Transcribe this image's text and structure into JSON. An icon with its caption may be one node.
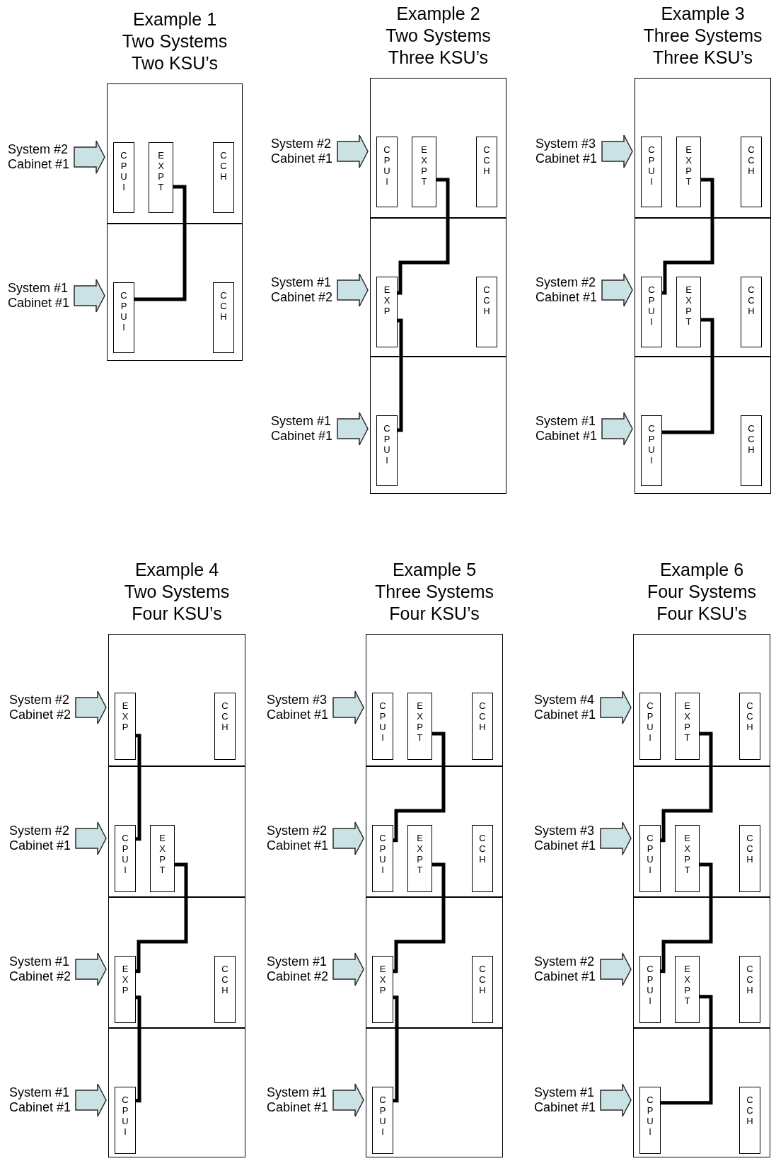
{
  "diagram": {
    "nodes": [
      {
        "text": [
          "Example 1",
          "Two Systems",
          "Two KSU’s"
        ]
      },
      {
        "text": [
          "System #2 Cabinet #1"
        ]
      },
      {
        "text": [],
        "shape": "box",
        "in": 0
      },
      {
        "text": [
          "CPUI"
        ],
        "in": 2
      },
      {
        "text": [
          "EXPT"
        ],
        "in": 2
      },
      {
        "text": [
          "CCH"
        ],
        "in": 2
      },
      {
        "text": [
          "System #1 Cabinet #1"
        ]
      },
      {
        "text": [],
        "shape": "box",
        "in": 0
      },
      {
        "text": [
          "CPUI"
        ],
        "in": 7
      },
      {
        "text": [
          "CCH"
        ],
        "in": 7
      },
      {
        "text": [
          "Example 2",
          "Two Systems",
          "Three KSU’s"
        ]
      },
      {
        "text": [
          "System #2 Cabinet #1"
        ]
      },
      {
        "text": [],
        "shape": "box",
        "in": 10
      },
      {
        "text": [
          "CPUI"
        ],
        "in": 12
      },
      {
        "text": [
          "EXPT"
        ],
        "in": 12
      },
      {
        "text": [
          "CCH"
        ],
        "in": 12
      },
      {
        "text": [
          "System #1 Cabinet #2"
        ]
      },
      {
        "text": [],
        "shape": "box",
        "in": 10
      },
      {
        "text": [
          "EXP"
        ],
        "in": 17
      },
      {
        "text": [
          "CCH"
        ],
        "in": 17
      },
      {
        "text": [
          "System #1 Cabinet #1"
        ]
      },
      {
        "text": [],
        "shape": "box",
        "in": 10
      },
      {
        "text": [
          "CPUI"
        ],
        "in": 21
      },
      {
        "text": [
          "Example 3",
          "Three Systems",
          "Three KSU’s"
        ]
      },
      {
        "text": [
          "System #3 Cabinet #1"
        ]
      },
      {
        "text": [],
        "shape": "box",
        "in": 23
      },
      {
        "text": [
          "CPUI"
        ],
        "in": 25
      },
      {
        "text": [
          "EXPT"
        ],
        "in": 25
      },
      {
        "text": [
          "CCH"
        ],
        "in": 25
      },
      {
        "text": [
          "System #2 Cabinet #1"
        ]
      },
      {
        "text": [],
        "shape": "box",
        "in": 23
      },
      {
        "text": [
          "CPUI"
        ],
        "in": 30
      },
      {
        "text": [
          "EXPT"
        ],
        "in": 30
      },
      {
        "text": [
          "CCH"
        ],
        "in": 30
      },
      {
        "text": [
          "System #1 Cabinet #1"
        ]
      },
      {
        "text": [],
        "shape": "box",
        "in": 23
      },
      {
        "text": [
          "CPUI"
        ],
        "in": 35
      },
      {
        "text": [
          "CCH"
        ],
        "in": 35
      },
      {
        "text": [
          "Example 4",
          "Two Systems",
          "Four KSU’s"
        ]
      },
      {
        "text": [
          "System #2 Cabinet #2"
        ]
      },
      {
        "text": [],
        "shape": "box",
        "in": 38
      },
      {
        "text": [
          "EXP"
        ],
        "in": 40
      },
      {
        "text": [
          "CCH"
        ],
        "in": 40
      },
      {
        "text": [
          "System #2 Cabinet #1"
        ]
      },
      {
        "text": [],
        "shape": "box",
        "in": 38
      },
      {
        "text": [
          "CPUI"
        ],
        "in": 44
      },
      {
        "text": [
          "EXPT"
        ],
        "in": 44
      },
      {
        "text": [
          "System #1 Cabinet #2"
        ]
      },
      {
        "text": [],
        "shape": "box",
        "in": 38
      },
      {
        "text": [
          "EXP"
        ],
        "in": 48
      },
      {
        "text": [
          "CCH"
        ],
        "in": 48
      },
      {
        "text": [
          "System #1 Cabinet #1"
        ]
      },
      {
        "text": [],
        "shape": "box",
        "in": 38
      },
      {
        "text": [
          "CPUI"
        ],
        "in": 52
      },
      {
        "text": [
          "Example 5",
          "Three Systems",
          "Four KSU’s"
        ]
      },
      {
        "text": [
          "System #3 Cabinet #1"
        ]
      },
      {
        "text": [],
        "shape": "box",
        "in": 54
      },
      {
        "text": [
          "CPUI"
        ],
        "in": 56
      },
      {
        "text": [
          "EXPT"
        ],
        "in": 56
      },
      {
        "text": [
          "CCH"
        ],
        "in": 56
      },
      {
        "text": [
          "System #2 Cabinet #1"
        ]
      },
      {
        "text": [],
        "shape": "box",
        "in": 54
      },
      {
        "text": [
          "CPUI"
        ],
        "in": 61
      },
      {
        "text": [
          "EXPT"
        ],
        "in": 61
      },
      {
        "text": [
          "CCH"
        ],
        "in": 61
      },
      {
        "text": [
          "System #1 Cabinet #2"
        ]
      },
      {
        "text": [],
        "shape": "box",
        "in": 54
      },
      {
        "text": [
          "EXP"
        ],
        "in": 66
      },
      {
        "text": [
          "CCH"
        ],
        "in": 66
      },
      {
        "text": [
          "System #1 Cabinet #1"
        ]
      },
      {
        "text": [],
        "shape": "box",
        "in": 54
      },
      {
        "text": [
          "CPUI"
        ],
        "in": 70
      },
      {
        "text": [
          "Example 6",
          "Four Systems",
          "Four KSU’s"
        ]
      },
      {
        "text": [
          "System #4 Cabinet #1"
        ]
      },
      {
        "text": [],
        "shape": "box",
        "in": 72
      },
      {
        "text": [
          "CPUI"
        ],
        "in": 74
      },
      {
        "text": [
          "EXPT"
        ],
        "in": 74
      },
      {
        "text": [
          "CCH"
        ],
        "in": 74
      },
      {
        "text": [
          "System #3 Cabinet #1"
        ]
      },
      {
        "text": [],
        "shape": "box",
        "in": 72
      },
      {
        "text": [
          "CPUI"
        ],
        "in": 79
      },
      {
        "text": [
          "EXPT"
        ],
        "in": 79
      },
      {
        "text": [
          "CCH"
        ],
        "in": 79
      },
      {
        "text": [
          "System #2 Cabinet #1"
        ]
      },
      {
        "text": [],
        "shape": "box",
        "in": 72
      },
      {
        "text": [
          "CPUI"
        ],
        "in": 84
      },
      {
        "text": [
          "EXPT"
        ],
        "in": 84
      },
      {
        "text": [
          "CCH"
        ],
        "in": 84
      },
      {
        "text": [
          "System #1 Cabinet #1"
        ]
      },
      {
        "text": [],
        "shape": "box",
        "in": 72
      },
      {
        "text": [
          "CPUI"
        ],
        "in": 89
      },
      {
        "text": [
          "CCH"
        ],
        "in": 89
      }
    ],
    "edges": [
      {
        "from": 1,
        "to": 2,
        "arrow": "to"
      },
      {
        "from": 6,
        "to": 7,
        "arrow": "to"
      },
      {
        "from": 4,
        "to": 8,
        "arrow": "none"
      },
      {
        "from": 11,
        "to": 12,
        "arrow": "to"
      },
      {
        "from": 16,
        "to": 17,
        "arrow": "to"
      },
      {
        "from": 20,
        "to": 21,
        "arrow": "to"
      },
      {
        "from": 14,
        "to": 18,
        "arrow": "none"
      },
      {
        "from": 18,
        "to": 22,
        "arrow": "none"
      },
      {
        "from": 24,
        "to": 25,
        "arrow": "to"
      },
      {
        "from": 29,
        "to": 30,
        "arrow": "to"
      },
      {
        "from": 34,
        "to": 35,
        "arrow": "to"
      },
      {
        "from": 27,
        "to": 31,
        "arrow": "none"
      },
      {
        "from": 32,
        "to": 36,
        "arrow": "none"
      },
      {
        "from": 39,
        "to": 40,
        "arrow": "to"
      },
      {
        "from": 43,
        "to": 44,
        "arrow": "to"
      },
      {
        "from": 47,
        "to": 48,
        "arrow": "to"
      },
      {
        "from": 51,
        "to": 52,
        "arrow": "to"
      },
      {
        "from": 41,
        "to": 45,
        "arrow": "none"
      },
      {
        "from": 46,
        "to": 49,
        "arrow": "none"
      },
      {
        "from": 49,
        "to": 53,
        "arrow": "none"
      },
      {
        "from": 55,
        "to": 56,
        "arrow": "to"
      },
      {
        "from": 60,
        "to": 61,
        "arrow": "to"
      },
      {
        "from": 65,
        "to": 66,
        "arrow": "to"
      },
      {
        "from": 69,
        "to": 70,
        "arrow": "to"
      },
      {
        "from": 58,
        "to": 62,
        "arrow": "none"
      },
      {
        "from": 63,
        "to": 67,
        "arrow": "none"
      },
      {
        "from": 67,
        "to": 71,
        "arrow": "none"
      },
      {
        "from": 73,
        "to": 74,
        "arrow": "to"
      },
      {
        "from": 78,
        "to": 79,
        "arrow": "to"
      },
      {
        "from": 83,
        "to": 84,
        "arrow": "to"
      },
      {
        "from": 88,
        "to": 89,
        "arrow": "to"
      },
      {
        "from": 76,
        "to": 80,
        "arrow": "none"
      },
      {
        "from": 81,
        "to": 85,
        "arrow": "none"
      },
      {
        "from": 86,
        "to": 90,
        "arrow": "none"
      }
    ]
  }
}
